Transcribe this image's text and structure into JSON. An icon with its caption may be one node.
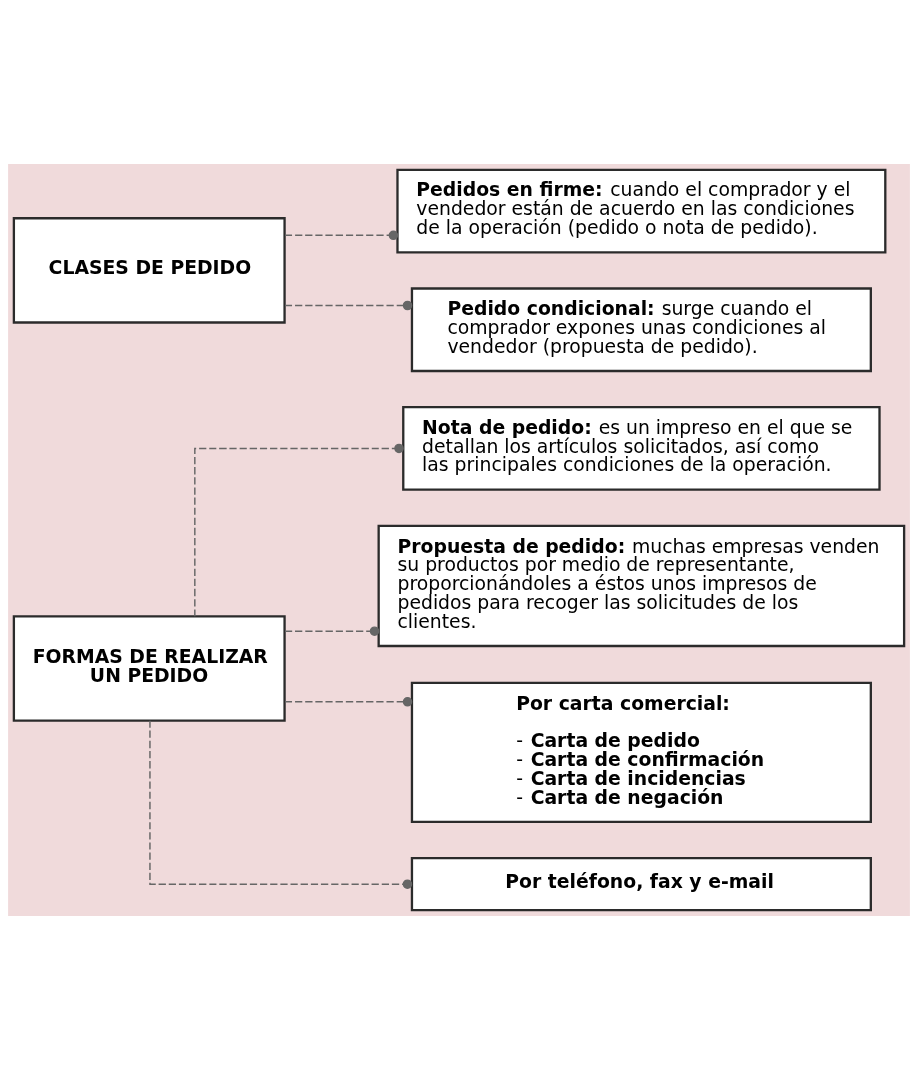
{
  "diagram": {
    "nodes": [
      {
        "text": [
          "CLASES DE PEDIDO"
        ]
      },
      {
        "text": [
          "**Pedidos en firme:** cuando el comprador y el vendedor están de acuerdo en las condiciones de la operación (pedido o nota de pedido)."
        ]
      },
      {
        "text": [
          "**Pedido condicional:** surge cuando el comprador expones unas condiciones al vendedor (propuesta de pedido)."
        ]
      },
      {
        "text": [
          "FORMAS DE REALIZAR UN PEDIDO"
        ]
      },
      {
        "text": [
          "**Nota de pedido:** es un impreso en el que se detallan los artículos solicitados, así como las principales condiciones de la operación."
        ]
      },
      {
        "text": [
          "**Propuesta de pedido:** muchas empresas venden su productos por medio de representante, proporcionándoles a éstos unos impresos de pedidos para recoger las solicitudes de los clientes."
        ]
      },
      {
        "text": [
          "Por carta comercial:",
          "- **Carta de pedido**",
          "- **Carta de confirmación**",
          "- **Carta de incidencias**",
          "- **Carta de negación**"
        ]
      },
      {
        "text": [
          "Por teléfono, fax y e-mail"
        ]
      }
    ],
    "edges": [
      {
        "from": 0,
        "to": 1,
        "arrow": "other",
        "style": "dashed"
      },
      {
        "from": 0,
        "to": 2,
        "arrow": "other",
        "style": "dashed"
      },
      {
        "from": 3,
        "to": 4,
        "arrow": "other",
        "style": "dashed"
      },
      {
        "from": 3,
        "to": 5,
        "arrow": "other",
        "style": "dashed"
      },
      {
        "from": 3,
        "to": 6,
        "arrow": "other",
        "style": "dashed"
      },
      {
        "from": 3,
        "to": 7,
        "arrow": "other",
        "style": "dashed"
      }
    ]
  }
}
